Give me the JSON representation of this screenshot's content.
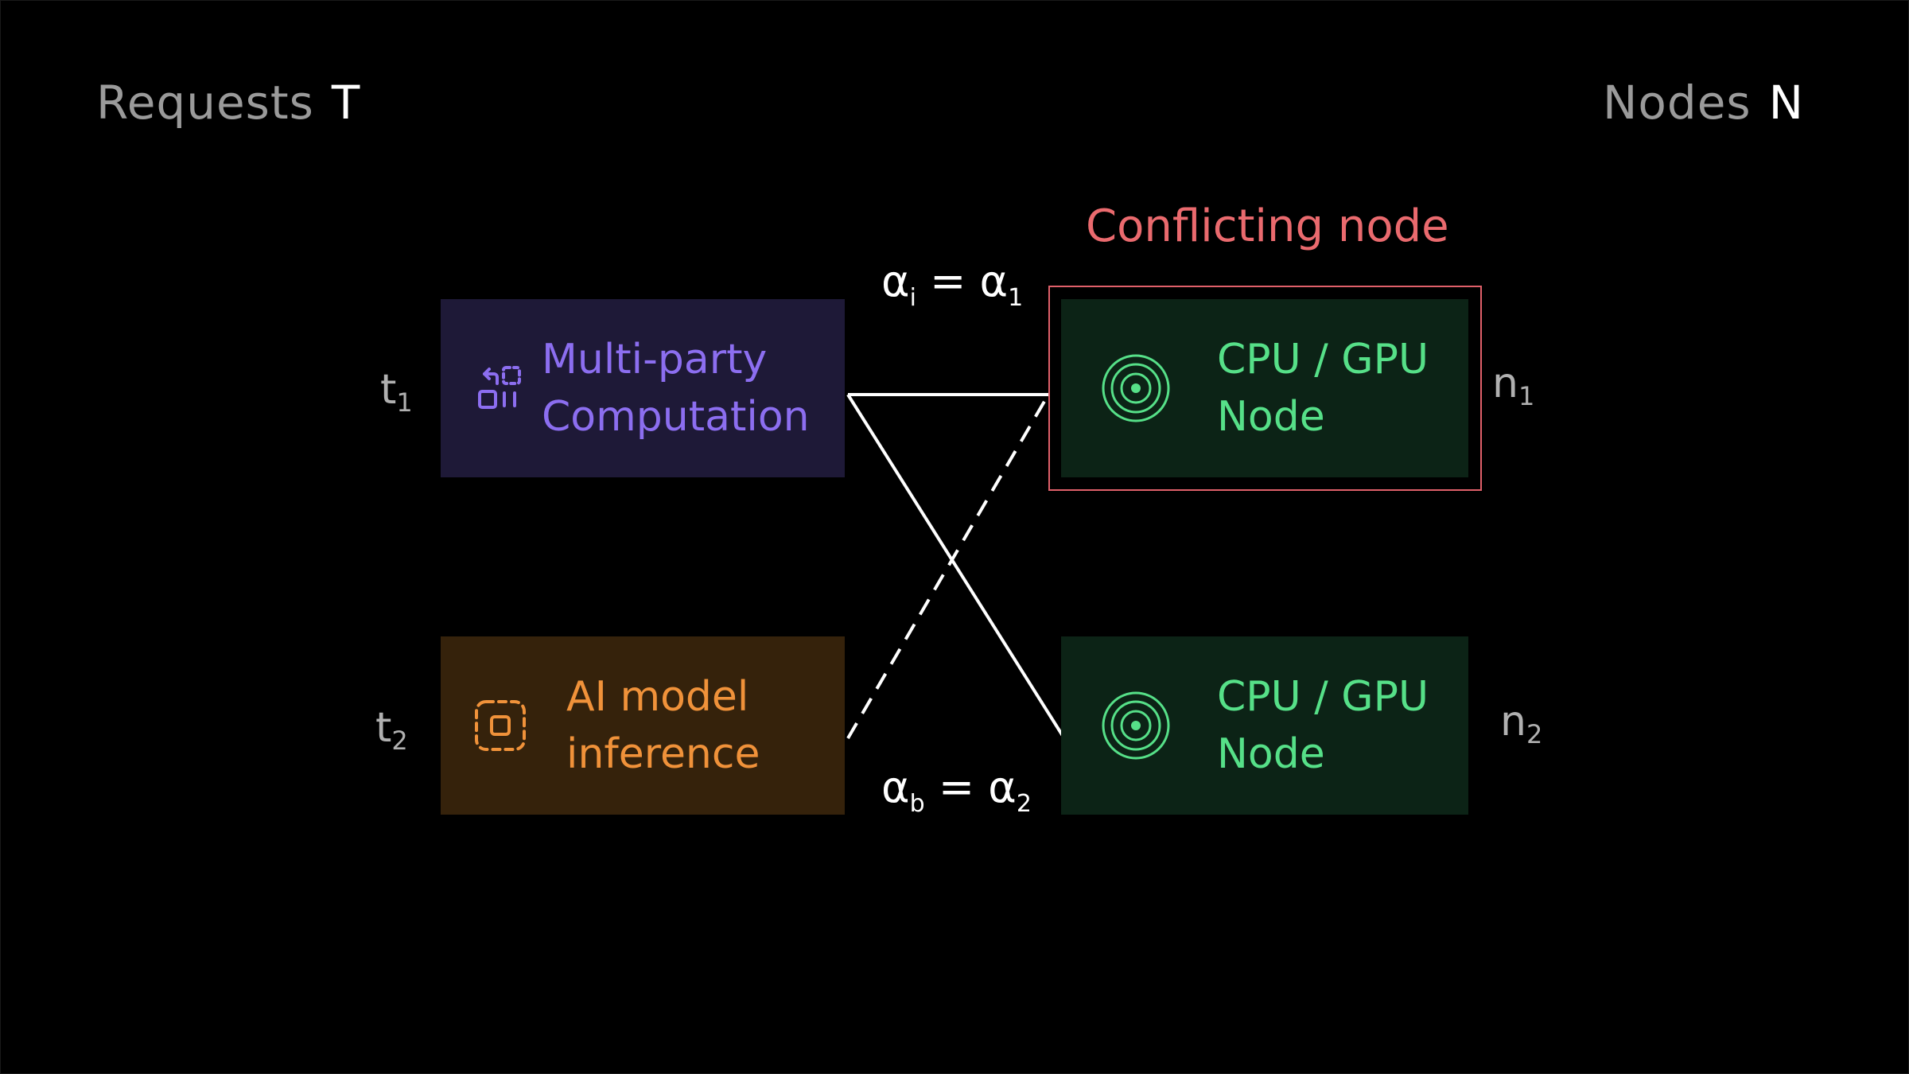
{
  "header": {
    "left_label": "Requests",
    "left_symbol": "T",
    "right_label": "Nodes",
    "right_symbol": "N"
  },
  "tasks": [
    {
      "var": "t",
      "index": "1",
      "line1": "Multi-party",
      "line2": "Computation",
      "icon": "mpc-swap-icon",
      "color": "#8c6ef0"
    },
    {
      "var": "t",
      "index": "2",
      "line1": "AI model",
      "line2": "inference",
      "icon": "ai-chip-icon",
      "color": "#f0923a"
    }
  ],
  "nodes": [
    {
      "var": "n",
      "index": "1",
      "line1": "CPU / GPU",
      "line2": "Node",
      "icon": "target-rings-icon",
      "color": "#56e088"
    },
    {
      "var": "n",
      "index": "2",
      "line1": "CPU / GPU",
      "line2": "Node",
      "icon": "target-rings-icon",
      "color": "#56e088"
    }
  ],
  "conflict": {
    "label": "Conflicting node",
    "color": "#e0606a"
  },
  "assignments": {
    "top": {
      "lhs": "α",
      "lhs_sub": "i",
      "eq": " = ",
      "rhs": "α",
      "rhs_sub": "1"
    },
    "bottom": {
      "lhs": "α",
      "lhs_sub": "b",
      "eq": " = ",
      "rhs": "α",
      "rhs_sub": "2"
    }
  }
}
